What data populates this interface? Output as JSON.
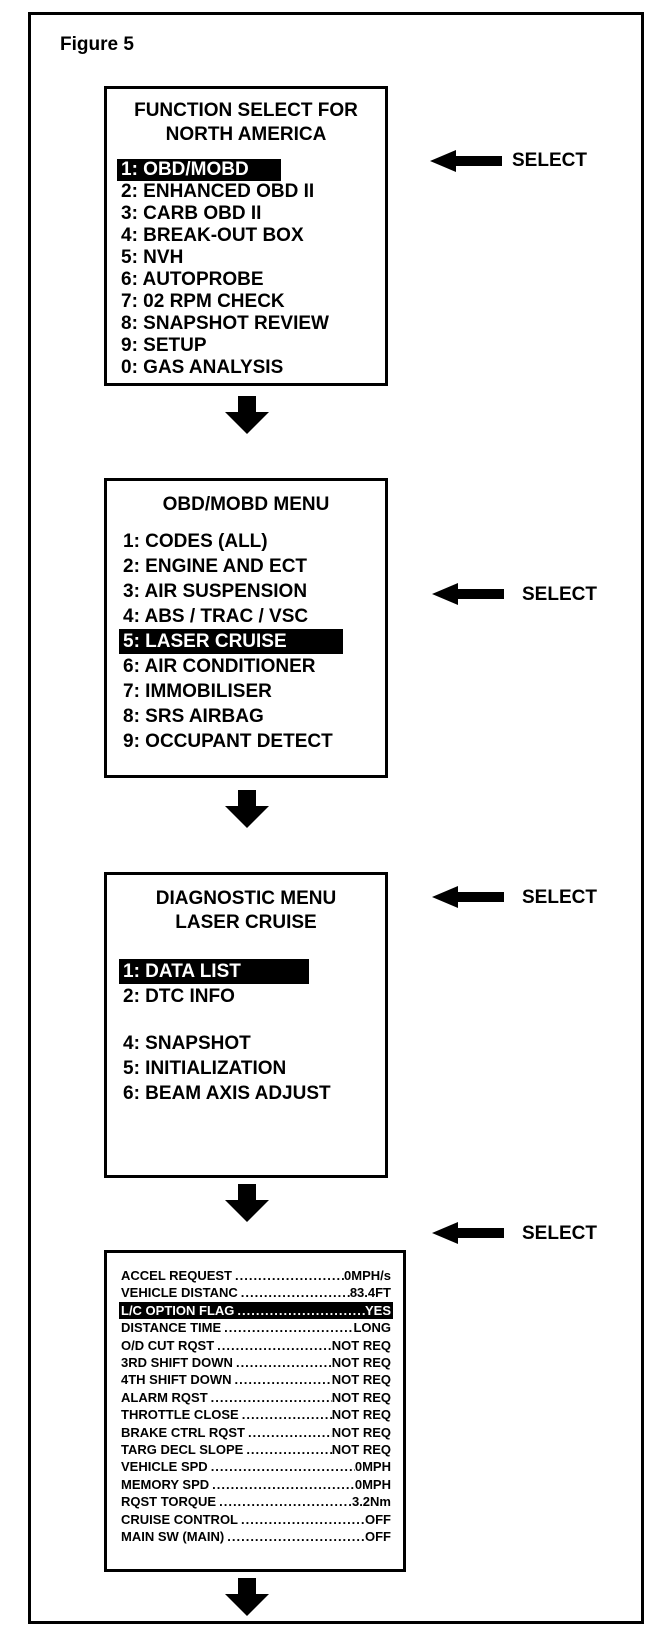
{
  "figure_title": "Figure 5",
  "screen1": {
    "title_line1": "FUNCTION SELECT FOR",
    "title_line2": "NORTH AMERICA",
    "items": [
      "1: OBD/MOBD",
      "2: ENHANCED OBD II",
      "3: CARB OBD II",
      "4: BREAK-OUT BOX",
      "5: NVH",
      "6: AUTOPROBE",
      "7: 02 RPM CHECK",
      "8: SNAPSHOT REVIEW",
      "9: SETUP",
      "0: GAS ANALYSIS"
    ]
  },
  "screen2": {
    "title": "OBD/MOBD MENU",
    "items": [
      "1: CODES (ALL)",
      "2: ENGINE AND ECT",
      "3: AIR SUSPENSION",
      "4: ABS / TRAC / VSC",
      "5: LASER CRUISE",
      "6: AIR CONDITIONER",
      "7: IMMOBILISER",
      "8: SRS AIRBAG",
      "9: OCCUPANT DETECT"
    ]
  },
  "screen3": {
    "title_line1": "DIAGNOSTIC MENU",
    "title_line2": "LASER CRUISE",
    "items": [
      "1: DATA LIST",
      "2: DTC INFO",
      "4: SNAPSHOT",
      "5: INITIALIZATION",
      "6: BEAM AXIS ADJUST"
    ]
  },
  "screen4": {
    "rows": [
      {
        "label": "ACCEL REQUEST",
        "value": "0MPH/s"
      },
      {
        "label": "VEHICLE DISTANC",
        "value": "83.4FT"
      },
      {
        "label": "L/C OPTION FLAG",
        "value": "YES"
      },
      {
        "label": "DISTANCE TIME",
        "value": "LONG"
      },
      {
        "label": "O/D CUT RQST",
        "value": "NOT REQ"
      },
      {
        "label": "3RD SHIFT DOWN",
        "value": "NOT REQ"
      },
      {
        "label": "4TH SHIFT DOWN",
        "value": "NOT REQ"
      },
      {
        "label": "ALARM RQST",
        "value": "NOT REQ"
      },
      {
        "label": "THROTTLE CLOSE",
        "value": "NOT REQ"
      },
      {
        "label": "BRAKE CTRL RQST",
        "value": "NOT REQ"
      },
      {
        "label": "TARG DECL SLOPE",
        "value": "NOT REQ"
      },
      {
        "label": "VEHICLE SPD",
        "value": "0MPH"
      },
      {
        "label": "MEMORY SPD",
        "value": "0MPH"
      },
      {
        "label": "RQST TORQUE",
        "value": "3.2Nm"
      },
      {
        "label": "CRUISE CONTROL",
        "value": "OFF"
      },
      {
        "label": "MAIN SW (MAIN)",
        "value": "OFF"
      }
    ]
  },
  "select_label": "SELECT"
}
